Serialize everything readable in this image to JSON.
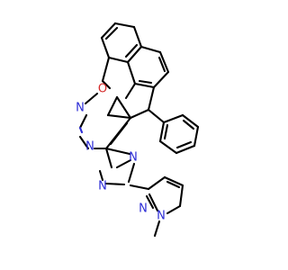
{
  "atoms": {
    "o1": {
      "symbol": "O",
      "color": "#d42a2a"
    },
    "n1": {
      "symbol": "N",
      "color": "#2b2bd6"
    },
    "n2": {
      "symbol": "N",
      "color": "#2b2bd6"
    },
    "n3": {
      "symbol": "N",
      "color": "#2b2bd6"
    },
    "n4": {
      "symbol": "N",
      "color": "#2b2bd6"
    },
    "n5": {
      "symbol": "N",
      "color": "#2b2bd6"
    },
    "n6": {
      "symbol": "N",
      "color": "#2b2bd6"
    }
  },
  "colors": {
    "bond": "#000000",
    "oxygen": "#d42a2a",
    "nitrogen": "#2b2bd6",
    "background": "#ffffff"
  }
}
